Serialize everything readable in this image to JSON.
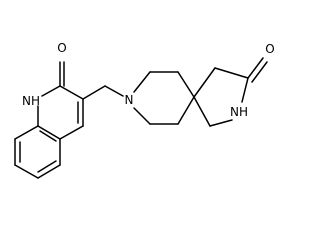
{
  "molecule": {
    "labels": {
      "o_quinolinone": "O",
      "nh_quinolinone": "NH",
      "n_piperidine": "N",
      "o_lactam": "O",
      "nh_lactam": "NH"
    },
    "colors": {
      "bond": "#000000",
      "label": "#000000",
      "background": "#ffffff"
    }
  }
}
